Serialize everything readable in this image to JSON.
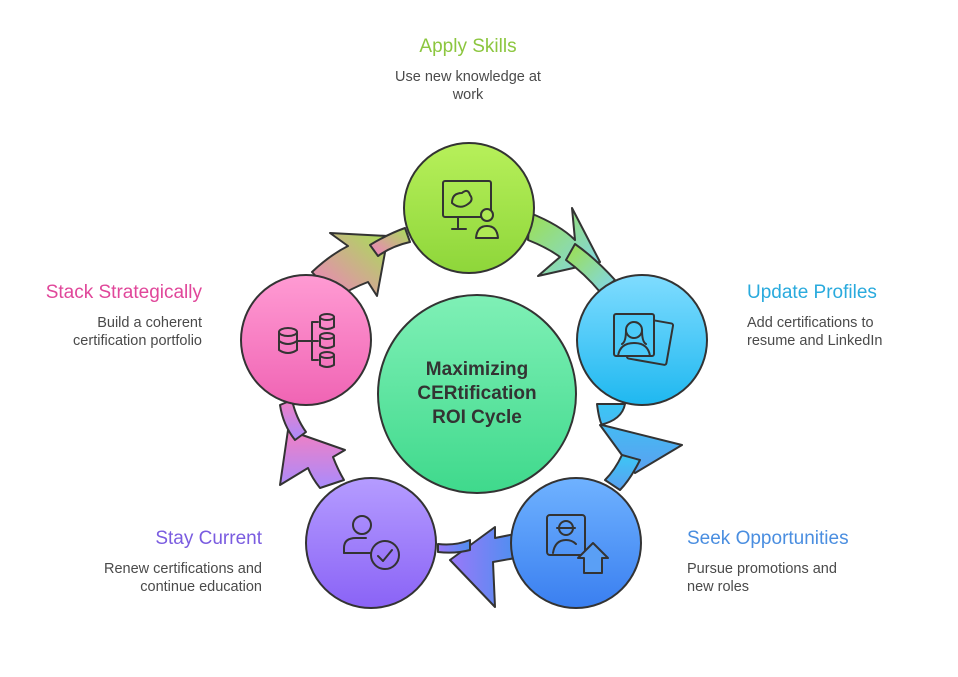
{
  "center": {
    "line1": "Maximizing",
    "line2": "CERtification",
    "line3": "ROI Cycle"
  },
  "steps": [
    {
      "id": "apply",
      "title": "Apply Skills",
      "desc_line1": "Use new knowledge at",
      "desc_line2": "work",
      "color": "#8cc63f",
      "icon": "presentation-icon"
    },
    {
      "id": "update",
      "title": "Update Profiles",
      "desc_line1": "Add certifications to",
      "desc_line2": "resume and LinkedIn",
      "color": "#29aadd",
      "icon": "profile-card-icon"
    },
    {
      "id": "seek",
      "title": "Seek Opportunities",
      "desc_line1": "Pursue promotions and",
      "desc_line2": "new roles",
      "color": "#4a8ee0",
      "icon": "user-promotion-icon"
    },
    {
      "id": "stay",
      "title": "Stay Current",
      "desc_line1": "Renew certifications and",
      "desc_line2": "continue education",
      "color": "#7a5ce0",
      "icon": "user-check-icon"
    },
    {
      "id": "stack",
      "title": "Stack Strategically",
      "desc_line1": "Build a coherent",
      "desc_line2": "certification portfolio",
      "color": "#e0479a",
      "icon": "database-stack-icon"
    }
  ]
}
